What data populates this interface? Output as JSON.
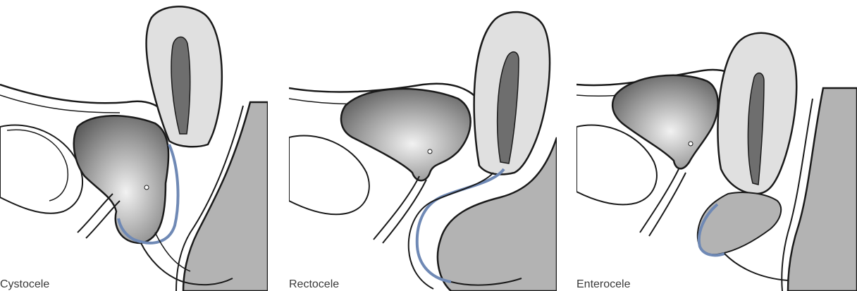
{
  "panels": [
    {
      "label": "Cystocele"
    },
    {
      "label": "Rectocele"
    },
    {
      "label": "Enterocele"
    }
  ],
  "colors": {
    "outline": "#1a1a1a",
    "organ_gray": "#b3b3b3",
    "organ_dark": "#6e6e6e",
    "uterus_fill": "#e0e0e0",
    "prolapse_wall": "#6f89b5",
    "background": "#ffffff"
  }
}
